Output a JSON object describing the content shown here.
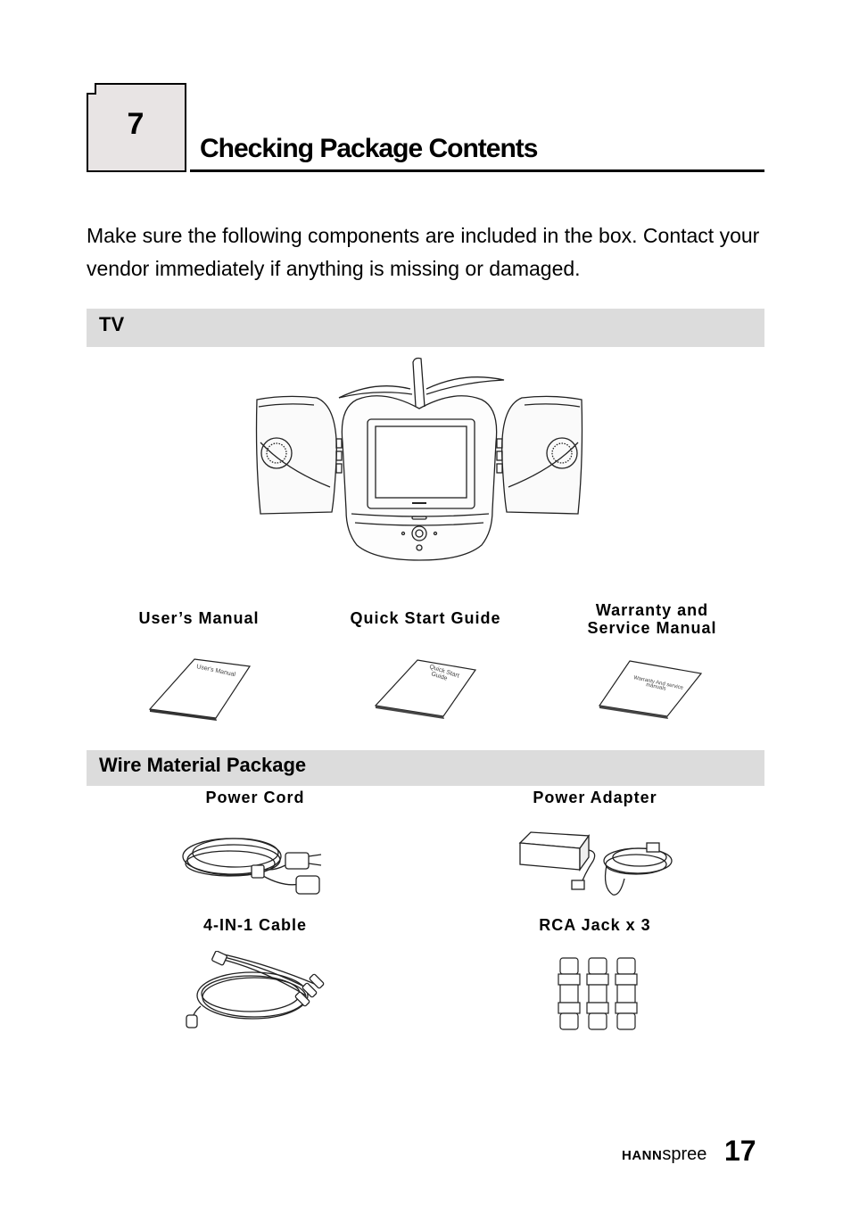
{
  "chapter": {
    "number": "7",
    "title": "Checking Package Contents"
  },
  "intro": "Make sure the following components are included in the box. Contact your vendor immediately if anything is missing or damaged.",
  "sections": {
    "tv": {
      "heading": "TV"
    },
    "documents": {
      "users_manual": "User’s Manual",
      "quick_start": "Quick Start Guide",
      "warranty_line1": "Warranty and",
      "warranty_line2": "Service Manual"
    },
    "wire": {
      "heading": "Wire Material Package",
      "power_cord": "Power Cord",
      "power_adapter": "Power Adapter",
      "cable_4in1": "4-IN-1 Cable",
      "rca_jack": "RCA Jack x 3"
    }
  },
  "booklet_covers": {
    "users_manual": "User's Manual",
    "quick_start_1": "Quick Start",
    "quick_start_2": "Guide",
    "warranty_1": "Warranty And service",
    "warranty_2": "manuals"
  },
  "footer": {
    "brand_bold": "HANN",
    "brand_light": "spree",
    "page": "17"
  }
}
